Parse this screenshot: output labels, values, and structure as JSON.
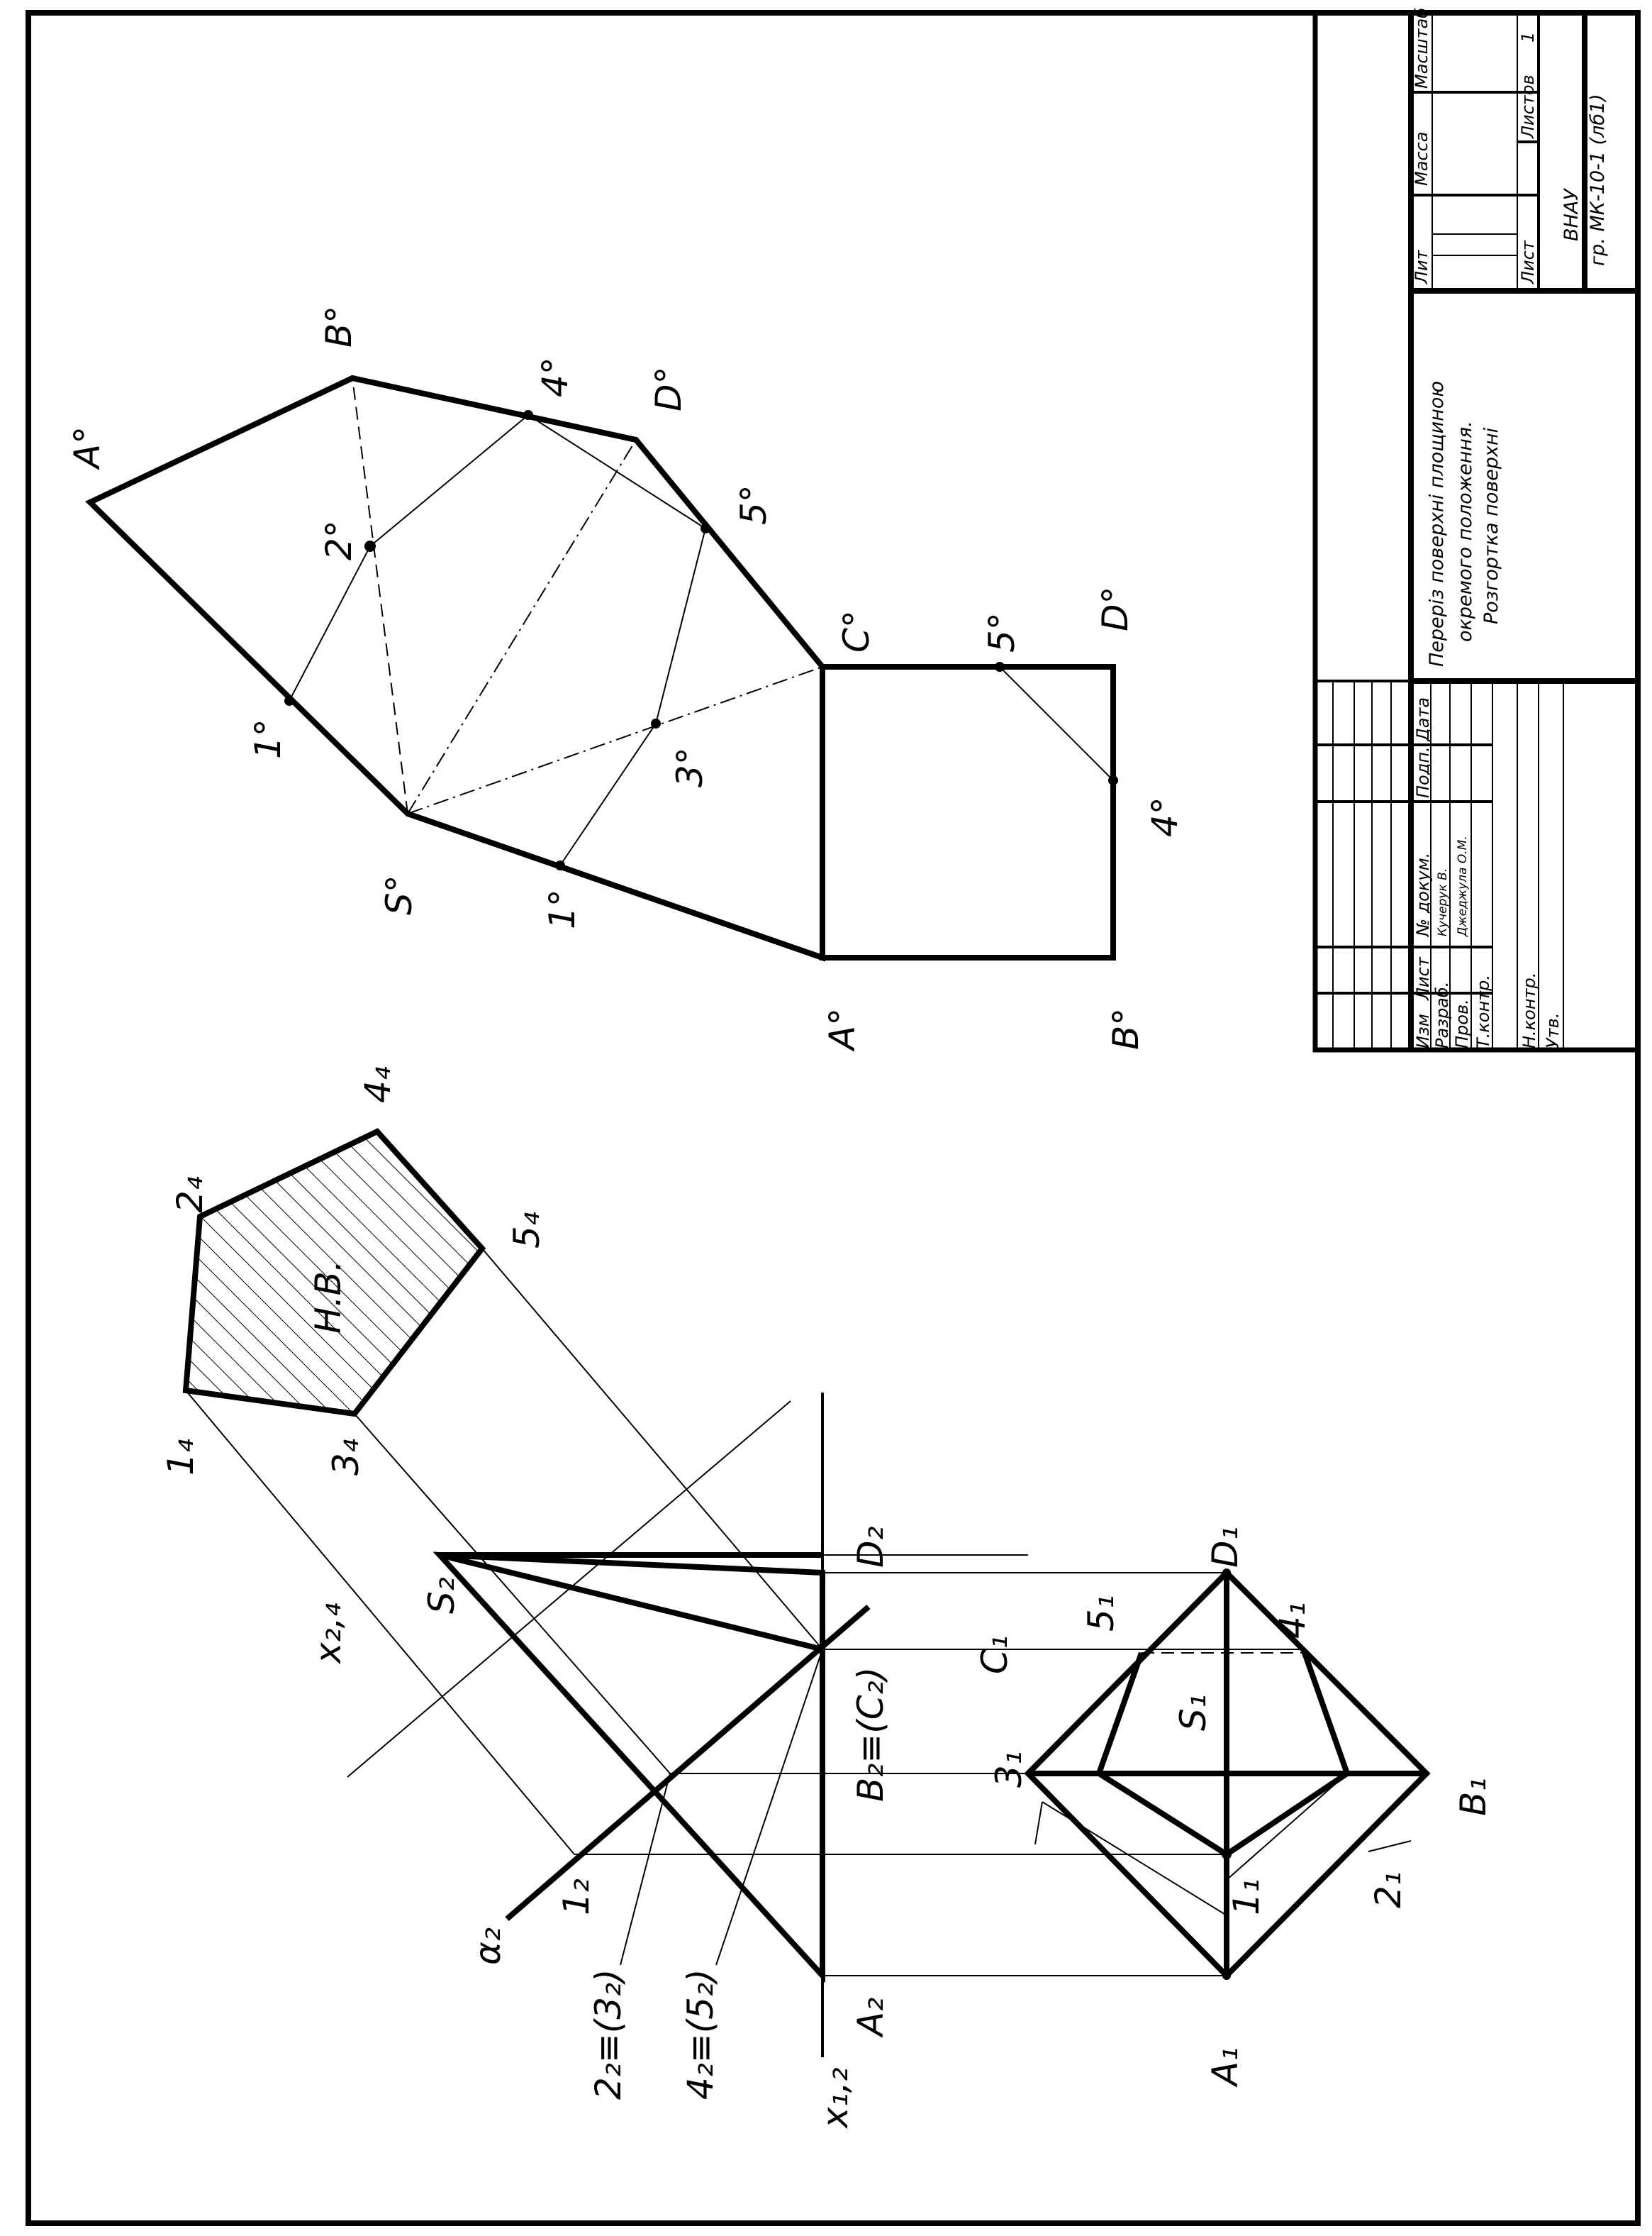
{
  "projection_labels": {
    "S2": "S₂",
    "D2": "D₂",
    "A2": "A₂",
    "B2C2": "B₂≡(C₂)",
    "x14": "x₂,₄",
    "x12": "x₁,₂",
    "alpha2": "α₂",
    "p12": "1₂",
    "p23": "2₂≡(3₂)",
    "p45": "4₂≡(5₂)",
    "A1": "A₁",
    "B1": "B₁",
    "C1": "C₁",
    "D1": "D₁",
    "S1": "S₁",
    "p11": "1₁",
    "p21": "2₁",
    "p31": "3₁",
    "p41": "4₁",
    "p51": "5₁",
    "p14": "1₄",
    "p24": "2₄",
    "p34": "3₄",
    "p44": "4₄",
    "p54": "5₄",
    "nv": "Н.В."
  },
  "development_labels": {
    "A0a": "A°",
    "B0a": "B°",
    "D0a": "D°",
    "C0": "C°",
    "S0": "S°",
    "p10a": "1°",
    "p10b": "1°",
    "p20": "2°",
    "p30": "3°",
    "p40a": "4°",
    "p40b": "4°",
    "p50a": "5°",
    "p50b": "5°",
    "A0b": "A°",
    "B0b": "B°",
    "D0b": "D°"
  },
  "title_block": {
    "h_lit": "Лит",
    "h_mass": "Масса",
    "h_scale": "Масштаб",
    "h_sheet": "Лист",
    "h_sheets": "Листов",
    "sheets_value": "1",
    "h_izm": "Изм",
    "h_list": "Лист",
    "h_docum": "№ докум.",
    "h_sign": "Подп.",
    "h_date": "Дата",
    "r_razrab": "Разраб.",
    "r_prov": "Пров.",
    "r_tkontr": "Т.контр.",
    "r_nkontr": "Н.контр.",
    "r_utv": "Утв.",
    "dev_name": "Кучерук В.",
    "check_name": "Джеджула О.М.",
    "title_line1": "Переріз поверхні площиною",
    "title_line2": "окремого положення.",
    "title_line3": "Розгортка поверхні",
    "org_line1": "ВНАУ",
    "org_line2": "гр. МК-10-1 (лб1)"
  }
}
